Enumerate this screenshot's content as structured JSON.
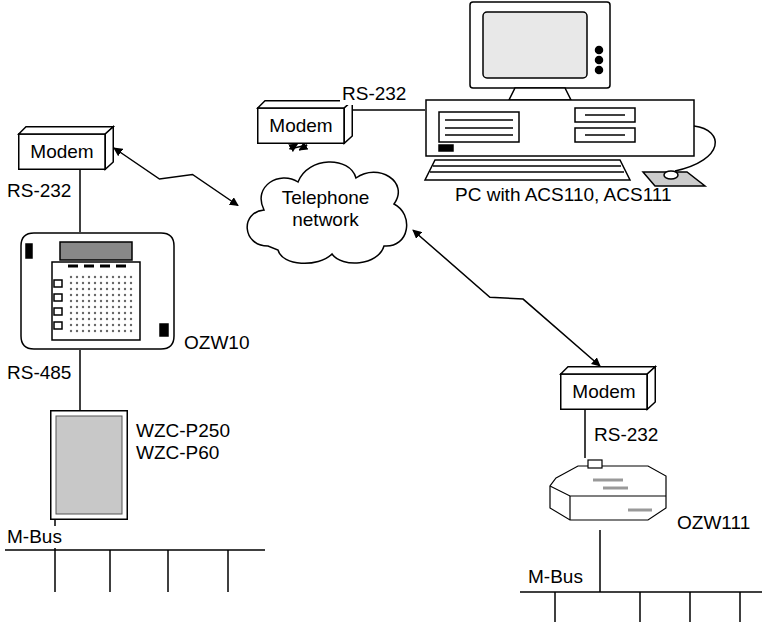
{
  "diagram": {
    "nodes": [
      {
        "text": [
          "Modem"
        ]
      },
      {
        "text": [
          "PC with ACS110, ACS111"
        ]
      },
      {
        "text": [
          "Telephone network"
        ]
      },
      {
        "text": [
          "Modem"
        ]
      },
      {
        "text": [
          "OZW10"
        ]
      },
      {
        "text": [
          "WZC-P250",
          "WZC-P60"
        ]
      },
      {
        "text": [
          "Modem"
        ]
      },
      {
        "text": [
          "OZW111"
        ]
      }
    ],
    "edges": [
      {
        "from": 0,
        "to": 1,
        "arrow": "none",
        "label": "RS-232"
      },
      {
        "from": 0,
        "to": 2,
        "arrow": "both"
      },
      {
        "from": 3,
        "to": 2,
        "arrow": "both"
      },
      {
        "from": 3,
        "to": 4,
        "arrow": "none",
        "label": "RS-232"
      },
      {
        "from": 4,
        "to": 5,
        "arrow": "none",
        "label": "RS-485"
      },
      {
        "from": 2,
        "to": 6,
        "arrow": "both"
      },
      {
        "from": 6,
        "to": 7,
        "arrow": "none",
        "label": "RS-232"
      }
    ],
    "labels": [
      "M-Bus",
      "M-Bus"
    ]
  }
}
